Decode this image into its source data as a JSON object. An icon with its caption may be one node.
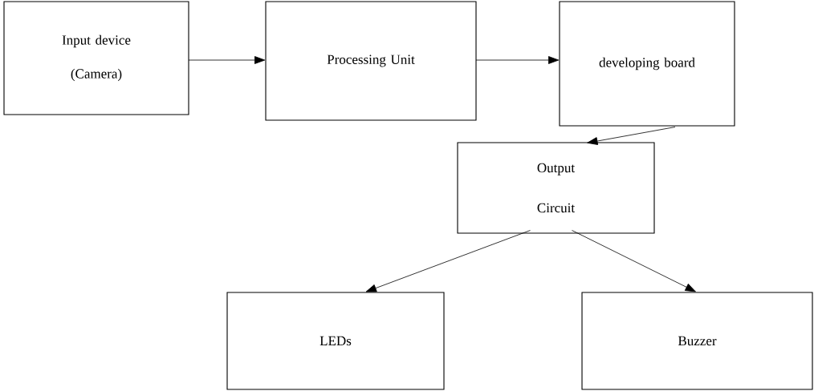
{
  "diagram": {
    "nodes": [
      {
        "text": [
          "Input device (Camera)"
        ]
      },
      {
        "text": [
          "Processing Unit"
        ]
      },
      {
        "text": [
          "developing board"
        ]
      },
      {
        "text": [
          "Output Circuit"
        ]
      },
      {
        "text": [
          "LEDs"
        ]
      },
      {
        "text": [
          "Buzzer"
        ]
      }
    ],
    "edges": [
      {
        "from": 0,
        "to": 1,
        "arrow": "to"
      },
      {
        "from": 1,
        "to": 2,
        "arrow": "to"
      },
      {
        "from": 2,
        "to": 3,
        "arrow": "to"
      },
      {
        "from": 3,
        "to": 4,
        "arrow": "to"
      },
      {
        "from": 3,
        "to": 5,
        "arrow": "to"
      }
    ]
  }
}
